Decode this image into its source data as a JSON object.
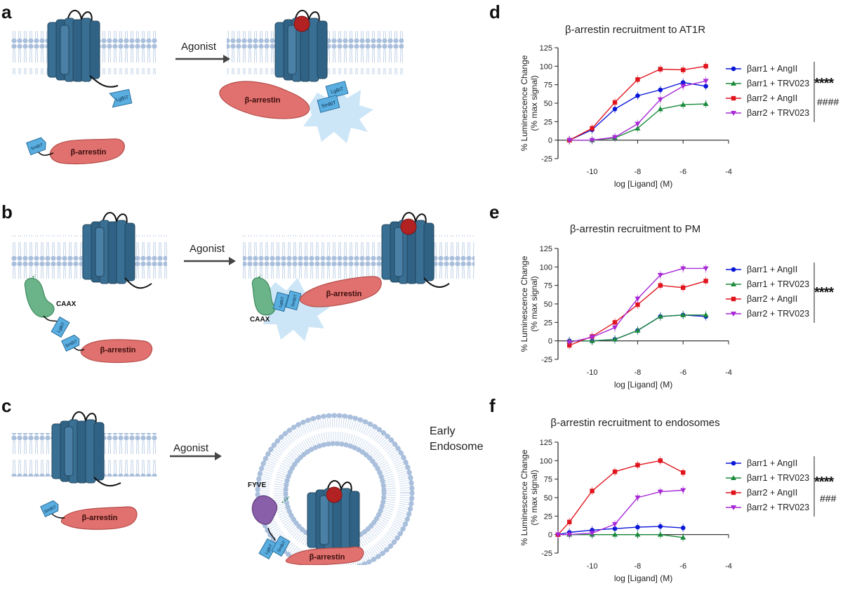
{
  "panels": {
    "a": {
      "letter": "a",
      "arrow": "Agonist",
      "labels": {
        "lgbit": "LgBiT",
        "smbit": "SmBiT",
        "arrestin": "β-arrestin"
      }
    },
    "b": {
      "letter": "b",
      "arrow": "Agonist",
      "labels": {
        "caax": "CAAX",
        "lgbit": "LgBiT",
        "smbit": "SmBiT",
        "arrestin": "β-arrestin"
      }
    },
    "c": {
      "letter": "c",
      "arrow": "Agonist",
      "endosome_label_line1": "Early",
      "endosome_label_line2": "Endosome",
      "labels": {
        "fyve": "FYVE",
        "lgbit": "LgBiT",
        "smbit": "SmBiT",
        "arrestin": "β-arrestin"
      }
    }
  },
  "charts": [
    {
      "letter": "d",
      "stars": "****",
      "hashes": "####"
    },
    {
      "letter": "e",
      "stars": "****",
      "hashes": ""
    },
    {
      "letter": "f",
      "stars": "****",
      "hashes": "###"
    }
  ],
  "colors": {
    "membrane": "#a9bfdc",
    "receptor": "#2f6284",
    "arrestin": "#e0716e",
    "nanobit": "#5aaee0",
    "caax": "#6bb48a",
    "fyve": "#8a5fa9",
    "ligand": "#b22222",
    "glow": "#cde6f7",
    "series": [
      "#0a16d8",
      "#1b8a3c",
      "#e0141d",
      "#a728d6"
    ]
  },
  "chart_data": [
    {
      "type": "line",
      "title": "β-arrestin recruitment to AT1R",
      "xlabel": "log [Ligand] (M)",
      "ylabel": "% Luminescence Change (% max signal)",
      "xlim": [
        -11.5,
        -4
      ],
      "ylim": [
        -25,
        125
      ],
      "xticks": [
        -10,
        -8,
        -6,
        -4
      ],
      "yticks": [
        -25,
        0,
        25,
        50,
        75,
        100,
        125
      ],
      "x": [
        -11,
        -10,
        -9,
        -8,
        -7,
        -6,
        -5
      ],
      "series": [
        {
          "name": "βarr1 + AngII",
          "marker": "circle",
          "values": [
            0,
            14,
            42,
            60,
            68,
            78,
            73
          ]
        },
        {
          "name": "βarr1 + TRV023",
          "marker": "triangle-up",
          "values": [
            0,
            0,
            3,
            16,
            42,
            48,
            49
          ]
        },
        {
          "name": "βarr2 + AngII",
          "marker": "square",
          "values": [
            0,
            16,
            51,
            82,
            96,
            95,
            100
          ]
        },
        {
          "name": "βarr2 + TRV023",
          "marker": "triangle-down",
          "values": [
            0,
            0,
            4,
            22,
            55,
            73,
            80
          ]
        }
      ]
    },
    {
      "type": "line",
      "title": "β-arrestin recruitment to PM",
      "xlabel": "log [Ligand] (M)",
      "ylabel": "% Luminescence Change (% max signal)",
      "xlim": [
        -11.5,
        -4
      ],
      "ylim": [
        -25,
        125
      ],
      "xticks": [
        -10,
        -8,
        -6,
        -4
      ],
      "yticks": [
        -25,
        0,
        25,
        50,
        75,
        100,
        125
      ],
      "x": [
        -11,
        -10,
        -9,
        -8,
        -7,
        -6,
        -5
      ],
      "series": [
        {
          "name": "βarr1 + AngII",
          "marker": "circle",
          "values": [
            0,
            0,
            2,
            14,
            33,
            35,
            33
          ]
        },
        {
          "name": "βarr1 + TRV023",
          "marker": "triangle-up",
          "values": [
            0,
            0,
            2,
            14,
            33,
            35,
            35
          ]
        },
        {
          "name": "βarr2 + AngII",
          "marker": "square",
          "values": [
            -6,
            6,
            25,
            49,
            75,
            72,
            81
          ]
        },
        {
          "name": "βarr2 + TRV023",
          "marker": "triangle-down",
          "values": [
            -2,
            5,
            18,
            57,
            89,
            98,
            98
          ]
        }
      ]
    },
    {
      "type": "line",
      "title": "β-arrestin recruitment to endosomes",
      "xlabel": "log [Ligand] (M)",
      "ylabel": "% Luminescence Change (% max signal)",
      "xlim": [
        -11.5,
        -4
      ],
      "ylim": [
        -25,
        125
      ],
      "xticks": [
        -10,
        -8,
        -6,
        -4
      ],
      "yticks": [
        -25,
        0,
        25,
        50,
        75,
        100,
        125
      ],
      "x": [
        -11.5,
        -11,
        -10,
        -9,
        -8,
        -7,
        -6
      ],
      "series": [
        {
          "name": "βarr1 + AngII",
          "marker": "circle",
          "values": [
            0,
            3,
            6,
            8,
            10,
            11,
            9
          ]
        },
        {
          "name": "βarr1 + TRV023",
          "marker": "triangle-up",
          "values": [
            0,
            0,
            0,
            0,
            0,
            0,
            -4
          ]
        },
        {
          "name": "βarr2 + AngII",
          "marker": "square",
          "values": [
            0,
            17,
            59,
            85,
            94,
            100,
            84
          ]
        },
        {
          "name": "βarr2 + TRV023",
          "marker": "triangle-down",
          "values": [
            0,
            0,
            2,
            14,
            50,
            58,
            60
          ]
        }
      ]
    }
  ]
}
